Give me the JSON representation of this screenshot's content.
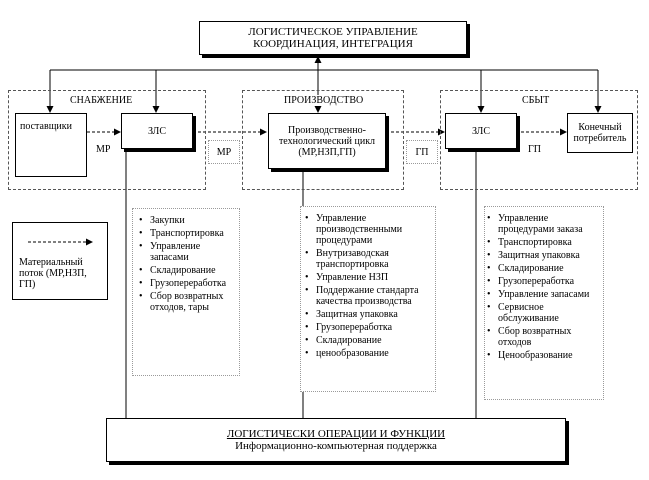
{
  "top": {
    "line1": "ЛОГИСТИЧЕСКОЕ УПРАВЛЕНИЕ",
    "line2": "КООРДИНАЦИЯ, ИНТЕГРАЦИЯ"
  },
  "sections": {
    "supply": "СНАБЖЕНИЕ",
    "production": "ПРОИЗВОДСТВО",
    "sales": "СБЫТ"
  },
  "nodes": {
    "suppliers": "поставщики",
    "zls1": "ЗЛС",
    "production_cycle": "Производственно-технологический цикл (МР,НЗП,ГП)",
    "zls2": "ЗЛС",
    "consumer": "Конечный потребитель"
  },
  "flows": {
    "mr1": "МР",
    "mr2": "МР",
    "gp1": "ГП",
    "gp2": "ГП"
  },
  "legend": {
    "text": "Материальный поток (МР,НЗП, ГП)"
  },
  "lists": {
    "supply": [
      "Закупки",
      "Транспортировка",
      "Управление запасами",
      "Складирование",
      "Грузопереработка",
      "Сбор возвратных отходов, тары"
    ],
    "production": [
      "Управление производственными процедурами",
      "Внутризаводская транспортировка",
      "Управление НЗП",
      "Поддержание стандарта качества производства",
      "Защитная упаковка",
      "Грузопереработка",
      "Складирование",
      "ценообразование"
    ],
    "sales": [
      "Управление процедурами заказа",
      "Транспортировка",
      "Защитная упаковка",
      "Складирование",
      "Грузопереработка",
      "Управление запасами",
      "Сервисное обслуживание",
      "Сбор возвратных отходов",
      "Ценообразование"
    ]
  },
  "bottom": {
    "line1": "ЛОГИСТИЧЕСКИ ОПЕРАЦИИ И ФУНКЦИИ",
    "line2": "Информационно-компьютерная поддержка"
  }
}
